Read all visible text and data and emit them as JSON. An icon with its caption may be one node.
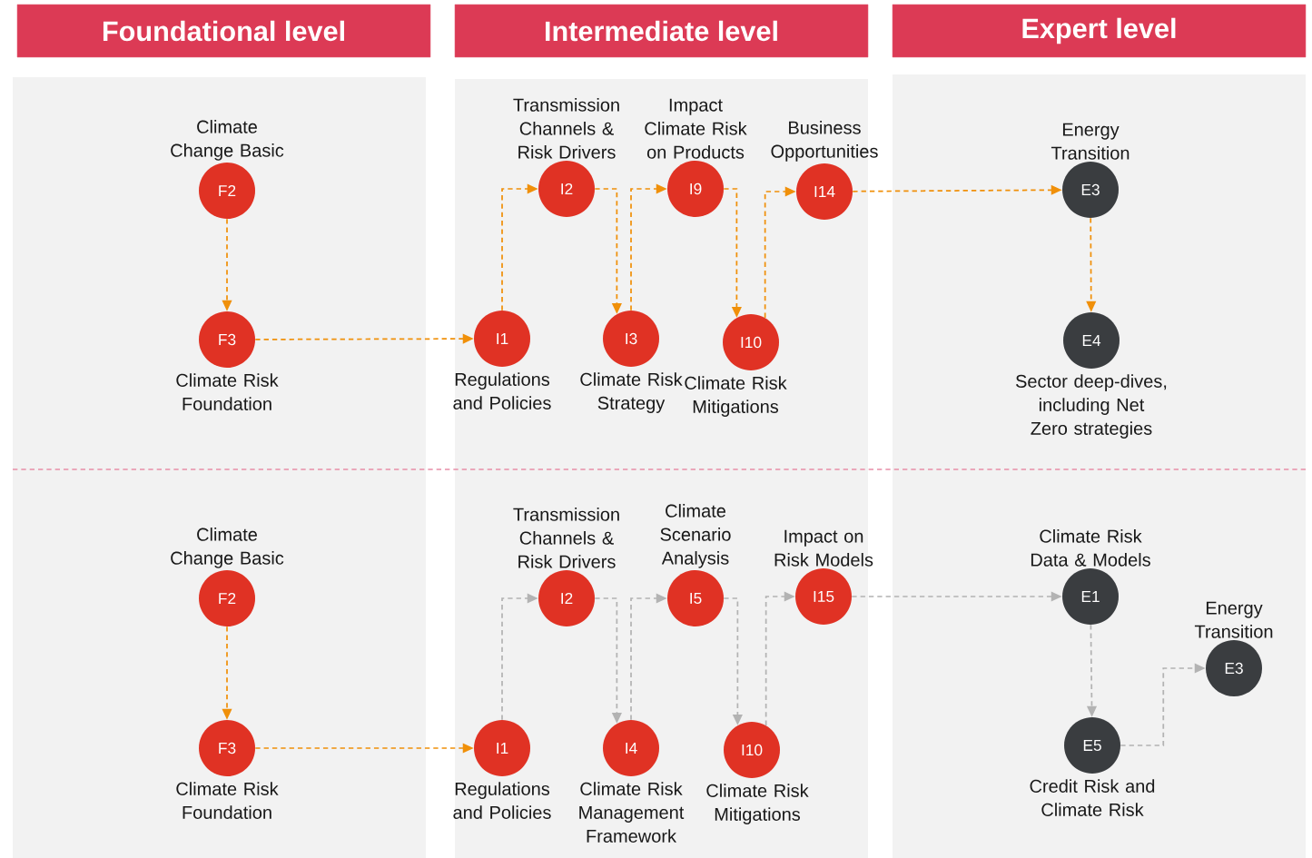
{
  "diagram": {
    "nodes": [
      {
        "text": [
          "Foundational level"
        ]
      },
      {
        "text": [
          "Intermediate level"
        ]
      },
      {
        "text": [
          "Expert level"
        ]
      },
      {
        "text": [
          "F2"
        ],
        "beside": [
          "Climate Change Basic"
        ]
      },
      {
        "text": [
          "F3"
        ],
        "beside": [
          "Climate Risk Foundation"
        ]
      },
      {
        "text": [
          "I1"
        ],
        "beside": [
          "Regulations and Policies"
        ]
      },
      {
        "text": [
          "I2"
        ],
        "beside": [
          "Transmission Channels & Risk Drivers"
        ]
      },
      {
        "text": [
          "I3"
        ],
        "beside": [
          "Climate Risk Strategy"
        ]
      },
      {
        "text": [
          "I9"
        ],
        "beside": [
          "Impact Climate Risk on Products"
        ]
      },
      {
        "text": [
          "I10"
        ],
        "beside": [
          "Climate Risk Mitigations"
        ]
      },
      {
        "text": [
          "I14"
        ],
        "beside": [
          "Business Opportunities"
        ]
      },
      {
        "text": [
          "E3"
        ],
        "beside": [
          "Energy Transition"
        ]
      },
      {
        "text": [
          "E4"
        ],
        "beside": [
          "Sector deep-dives, including Net Zero strategies"
        ]
      },
      {
        "text": [
          "F2"
        ],
        "beside": [
          "Climate Change Basic"
        ]
      },
      {
        "text": [
          "F3"
        ],
        "beside": [
          "Climate Risk Foundation"
        ]
      },
      {
        "text": [
          "I1"
        ],
        "beside": [
          "Regulations and Policies"
        ]
      },
      {
        "text": [
          "I2"
        ],
        "beside": [
          "Transmission Channels & Risk Drivers"
        ]
      },
      {
        "text": [
          "I4"
        ],
        "beside": [
          "Climate Risk Management Framework"
        ]
      },
      {
        "text": [
          "I5"
        ],
        "beside": [
          "Climate Scenario Analysis"
        ]
      },
      {
        "text": [
          "I10"
        ],
        "beside": [
          "Climate Risk Mitigations"
        ]
      },
      {
        "text": [
          "I15"
        ],
        "beside": [
          "Impact on Risk Models"
        ]
      },
      {
        "text": [
          "E1"
        ],
        "beside": [
          "Climate Risk Data & Models"
        ]
      },
      {
        "text": [
          "E5"
        ],
        "beside": [
          "Credit Risk and Climate Risk"
        ]
      },
      {
        "text": [
          "E3"
        ],
        "beside": [
          "Energy Transition"
        ]
      }
    ],
    "edges": [
      {
        "from": 3,
        "to": 4,
        "arrow": "to",
        "style": "dashed"
      },
      {
        "from": 4,
        "to": 5,
        "arrow": "to",
        "style": "dashed"
      },
      {
        "from": 5,
        "to": 6,
        "arrow": "to",
        "style": "dashed"
      },
      {
        "from": 6,
        "to": 7,
        "arrow": "to",
        "style": "dashed"
      },
      {
        "from": 7,
        "to": 8,
        "arrow": "to",
        "style": "dashed"
      },
      {
        "from": 8,
        "to": 9,
        "arrow": "to",
        "style": "dashed"
      },
      {
        "from": 9,
        "to": 10,
        "arrow": "to",
        "style": "dashed"
      },
      {
        "from": 10,
        "to": 11,
        "arrow": "to",
        "style": "dashed"
      },
      {
        "from": 11,
        "to": 12,
        "arrow": "to",
        "style": "dashed"
      },
      {
        "from": 13,
        "to": 14,
        "arrow": "to",
        "style": "dashed"
      },
      {
        "from": 14,
        "to": 15,
        "arrow": "to",
        "style": "dashed"
      },
      {
        "from": 15,
        "to": 16,
        "arrow": "to",
        "style": "dashed",
        "color": "#b3b3b3"
      },
      {
        "from": 16,
        "to": 17,
        "arrow": "to",
        "style": "dashed",
        "color": "#b3b3b3"
      },
      {
        "from": 17,
        "to": 18,
        "arrow": "to",
        "style": "dashed",
        "color": "#b3b3b3"
      },
      {
        "from": 18,
        "to": 19,
        "arrow": "to",
        "style": "dashed",
        "color": "#b3b3b3"
      },
      {
        "from": 19,
        "to": 20,
        "arrow": "to",
        "style": "dashed",
        "color": "#b3b3b3"
      },
      {
        "from": 20,
        "to": 21,
        "arrow": "to",
        "style": "dashed",
        "color": "#b3b3b3"
      },
      {
        "from": 21,
        "to": 22,
        "arrow": "to",
        "style": "dashed",
        "color": "#b3b3b3"
      },
      {
        "from": 22,
        "to": 23,
        "arrow": "to",
        "style": "dashed",
        "color": "#b3b3b3"
      }
    ]
  }
}
